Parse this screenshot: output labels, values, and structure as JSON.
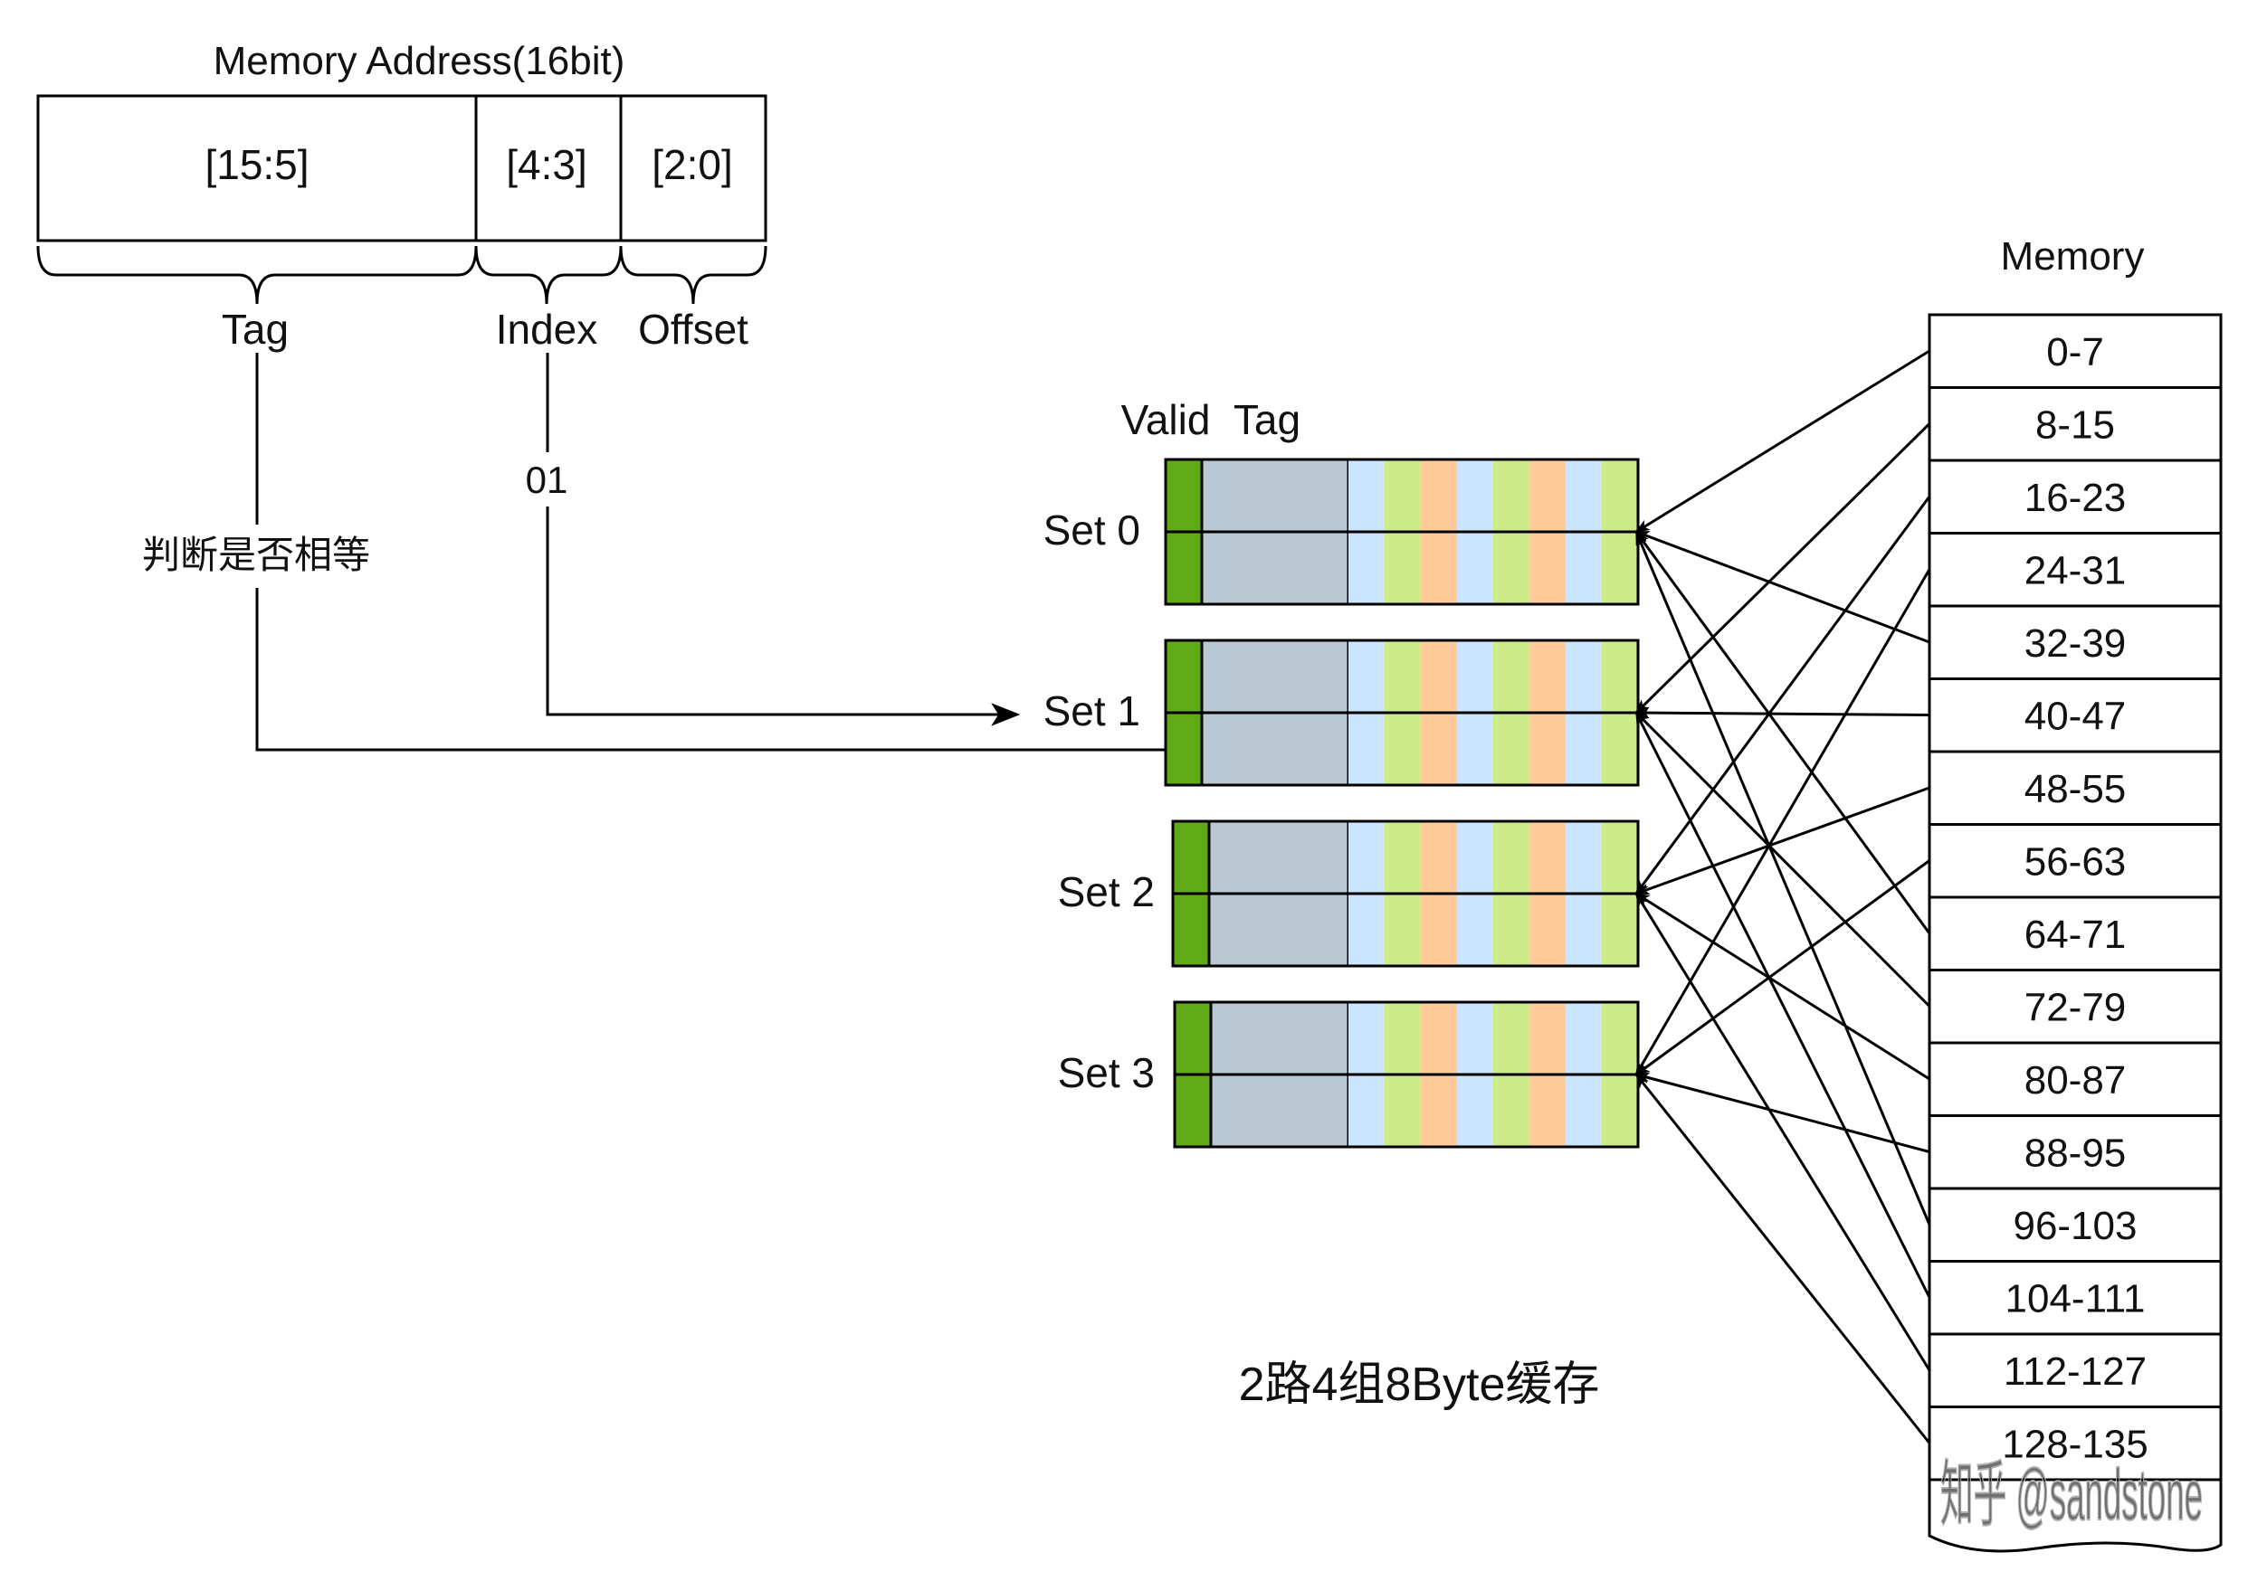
{
  "address": {
    "title": "Memory Address(16bit)",
    "fields": [
      "[15:5]",
      "[4:3]",
      "[2:0]"
    ],
    "braces": [
      "Tag",
      "Index",
      "Offset"
    ]
  },
  "index_value": "01",
  "compare_label": "判断是否相等",
  "cache": {
    "col_headers": [
      "Valid",
      "Tag"
    ],
    "sets": [
      "Set 0",
      "Set 1",
      "Set 2",
      "Set 3"
    ],
    "caption": "2路4组8Byte缓存",
    "colors": {
      "valid": "#60a917",
      "tag": "#bac8d3",
      "data": [
        "#cce5ff",
        "#cdeb8b",
        "#ffcc99",
        "#cce5ff",
        "#cdeb8b",
        "#ffcc99",
        "#cce5ff",
        "#cdeb8b"
      ]
    }
  },
  "memory": {
    "title": "Memory",
    "blocks": [
      "0-7",
      "8-15",
      "16-23",
      "24-31",
      "32-39",
      "40-47",
      "48-55",
      "56-63",
      "64-71",
      "72-79",
      "80-87",
      "88-95",
      "96-103",
      "104-111",
      "112-127",
      "128-135"
    ]
  },
  "watermark": "知乎 @sandstone"
}
